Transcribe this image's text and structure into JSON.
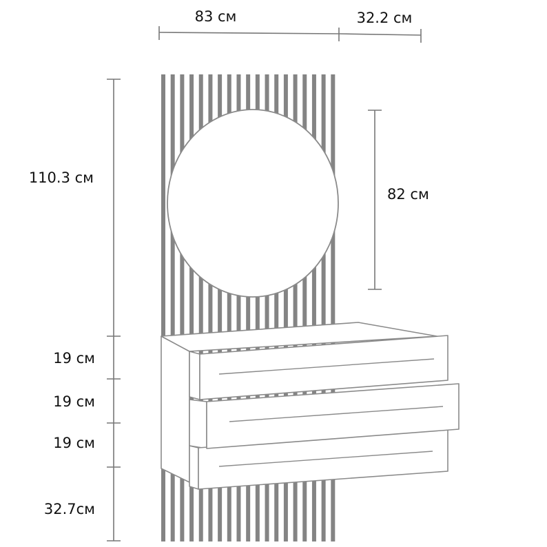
{
  "dimensions": {
    "width_panel": "83 см",
    "depth": "32.2 см",
    "height_panel": "110.3 см",
    "mirror_height": "82 см",
    "drawer_1": "19 см",
    "drawer_2": "19 см",
    "drawer_3": "19 см",
    "bottom": "32.7см"
  },
  "colors": {
    "slat": "#848484",
    "outline": "#8a8a8a",
    "dimension_line": "#777777",
    "text": "#111111"
  }
}
